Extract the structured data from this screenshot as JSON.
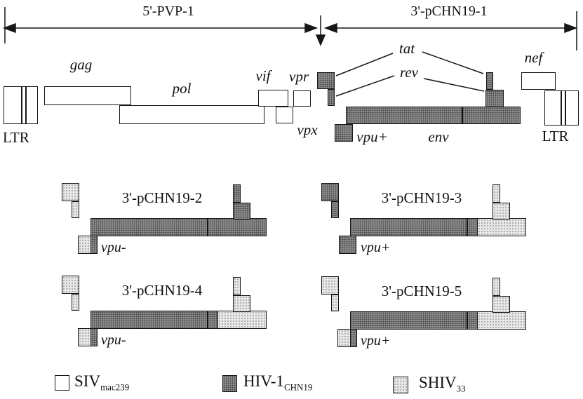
{
  "figure": {
    "spans": {
      "left_label": "5'-PVP-1",
      "right_label": "3'-pCHN19-1"
    },
    "parental": {
      "ltr_left": "LTR",
      "ltr_right": "LTR",
      "genes": {
        "gag": "gag",
        "pol": "pol",
        "vif": "vif",
        "vpr": "vpr",
        "vpx": "vpx",
        "tat": "tat",
        "rev": "rev",
        "vpu": "vpu+",
        "env": "env",
        "nef": "nef"
      }
    },
    "constructs": [
      {
        "id": "pchn19-2",
        "title": "3'-pCHN19-2",
        "vpu_label": "vpu-",
        "origins": {
          "tat1": "shiv",
          "rev1": "shiv",
          "vpu": "shiv+hiv",
          "env5": "hiv",
          "env3": "hiv",
          "tat2": "hiv",
          "rev2": "hiv"
        }
      },
      {
        "id": "pchn19-3",
        "title": "3'-pCHN19-3",
        "vpu_label": "vpu+",
        "origins": {
          "tat1": "hiv",
          "rev1": "hiv",
          "vpu": "hiv",
          "env5": "hiv",
          "env3": "shiv",
          "tat2": "shiv",
          "rev2": "shiv"
        }
      },
      {
        "id": "pchn19-4",
        "title": "3'-pCHN19-4",
        "vpu_label": "vpu-",
        "origins": {
          "tat1": "shiv",
          "rev1": "shiv",
          "vpu": "shiv+hiv",
          "env5": "hiv",
          "env3": "shiv",
          "tat2": "shiv",
          "rev2": "shiv"
        }
      },
      {
        "id": "pchn19-5",
        "title": "3'-pCHN19-5",
        "vpu_label": "vpu+",
        "origins": {
          "tat1": "shiv",
          "rev1": "shiv",
          "vpu": "shiv+hiv",
          "env5": "hiv",
          "env3": "shiv",
          "tat2": "shiv",
          "rev2": "shiv"
        }
      }
    ],
    "legend": [
      {
        "name": "SIV",
        "subscript": "mac239",
        "origin": "siv"
      },
      {
        "name": "HIV-1",
        "subscript": "CHN19",
        "origin": "hiv"
      },
      {
        "name": "SHIV",
        "subscript": "33",
        "origin": "shiv"
      }
    ],
    "colors": {
      "siv": "#ffffff",
      "hiv": "#8d8d8d",
      "shiv": "#e7e7e7",
      "outline": "#161616"
    }
  }
}
